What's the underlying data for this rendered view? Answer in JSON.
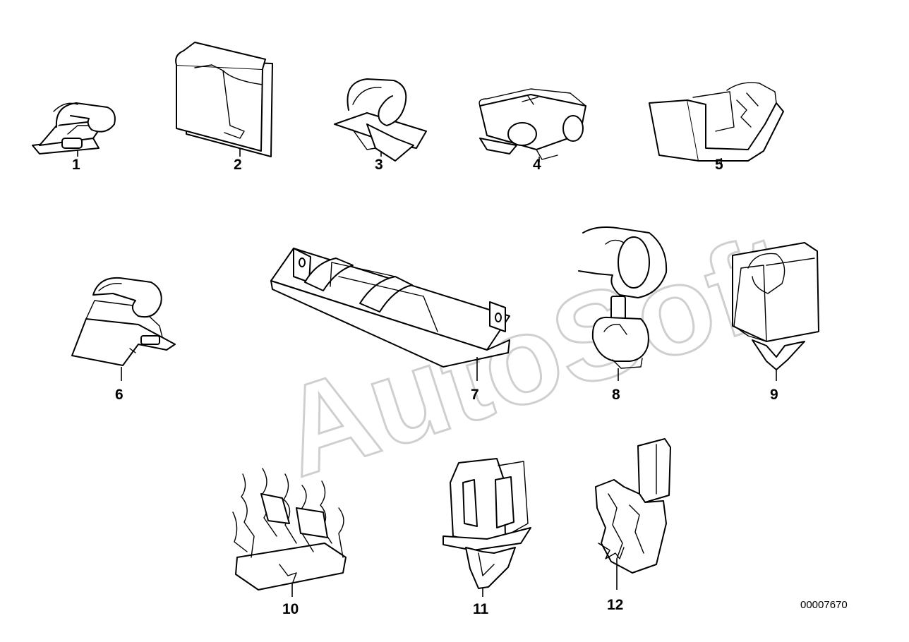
{
  "diagram": {
    "watermark": "AutoSoft",
    "diagram_id": "00007670",
    "callouts": [
      "1",
      "2",
      "3",
      "4",
      "5",
      "6",
      "7",
      "8",
      "9",
      "10",
      "11",
      "12"
    ]
  }
}
